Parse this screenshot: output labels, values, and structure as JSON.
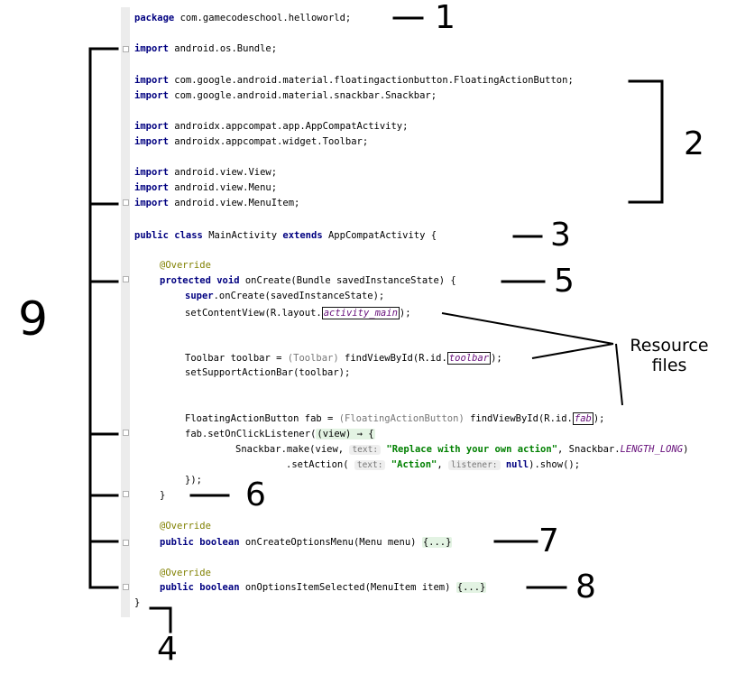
{
  "code": {
    "l1": {
      "kw": "package",
      "text": " com.gamecodeschool.helloworld;"
    },
    "l2": {
      "kw": "import",
      "text": " android.os.Bundle;"
    },
    "l3": {
      "kw": "import",
      "text": " com.google.android.material.floatingactionbutton.FloatingActionButton;"
    },
    "l4": {
      "kw": "import",
      "text": " com.google.android.material.snackbar.Snackbar;"
    },
    "l5": {
      "kw": "import",
      "text": " androidx.appcompat.app.AppCompatActivity;"
    },
    "l6": {
      "kw": "import",
      "text": " androidx.appcompat.widget.Toolbar;"
    },
    "l7": {
      "kw": "import",
      "text": " android.view.View;"
    },
    "l8": {
      "kw": "import",
      "text": " android.view.Menu;"
    },
    "l9": {
      "kw": "import",
      "text": " android.view.MenuItem;"
    },
    "l10": {
      "kw1": "public",
      "kw2": "class",
      "text1": " MainActivity ",
      "kw3": "extends",
      "text2": " AppCompatActivity {"
    },
    "l11": {
      "ann": "@Override"
    },
    "l12": {
      "kw1": "protected",
      "kw2": "void",
      "text": " onCreate(Bundle savedInstanceState) {"
    },
    "l13": {
      "kw": "super",
      "text": ".onCreate(savedInstanceState);"
    },
    "l14": {
      "text1": "setContentView(R.layout.",
      "res": "activity_main",
      "text2": ");"
    },
    "l15": {
      "text1": "Toolbar toolbar = ",
      "cast": "(Toolbar)",
      "text2": " findViewById(R.id.",
      "res": "toolbar",
      "text3": ");"
    },
    "l16": {
      "text": "setSupportActionBar(toolbar);"
    },
    "l17": {
      "text1": "FloatingActionButton fab = ",
      "cast": "(FloatingActionButton)",
      "text2": " findViewById(R.id.",
      "res": "fab",
      "text3": ");"
    },
    "l18": {
      "text1": "fab.setOnClickListener(",
      "lambda": "(view) → {"
    },
    "l19": {
      "text1": "Snackbar.make(view, ",
      "hint": "text:",
      "str": "\"Replace with your own action\"",
      "text2": ", Snackbar.",
      "ital": "LENGTH_LONG",
      "text3": ")"
    },
    "l20": {
      "text1": ".setAction( ",
      "hint1": "text:",
      "str": "\"Action\"",
      "text2": ", ",
      "hint2": "listener:",
      "kw": "null",
      "text3": ").show();"
    },
    "l21": {
      "text": "});"
    },
    "l22": {
      "text": "}"
    },
    "l23": {
      "ann": "@Override"
    },
    "l24": {
      "kw1": "public",
      "kw2": "boolean",
      "text": " onCreateOptionsMenu(Menu menu) ",
      "fold": "{...}"
    },
    "l25": {
      "ann": "@Override"
    },
    "l26": {
      "kw1": "public",
      "kw2": "boolean",
      "text": " onOptionsItemSelected(MenuItem item) ",
      "fold": "{...}"
    },
    "l27": {
      "text": "}"
    }
  },
  "callouts": {
    "n1": "1",
    "n2": "2",
    "n3": "3",
    "n4": "4",
    "n5": "5",
    "n6": "6",
    "n7": "7",
    "n8": "8",
    "n9": "9",
    "resource_files": "Resource files"
  }
}
